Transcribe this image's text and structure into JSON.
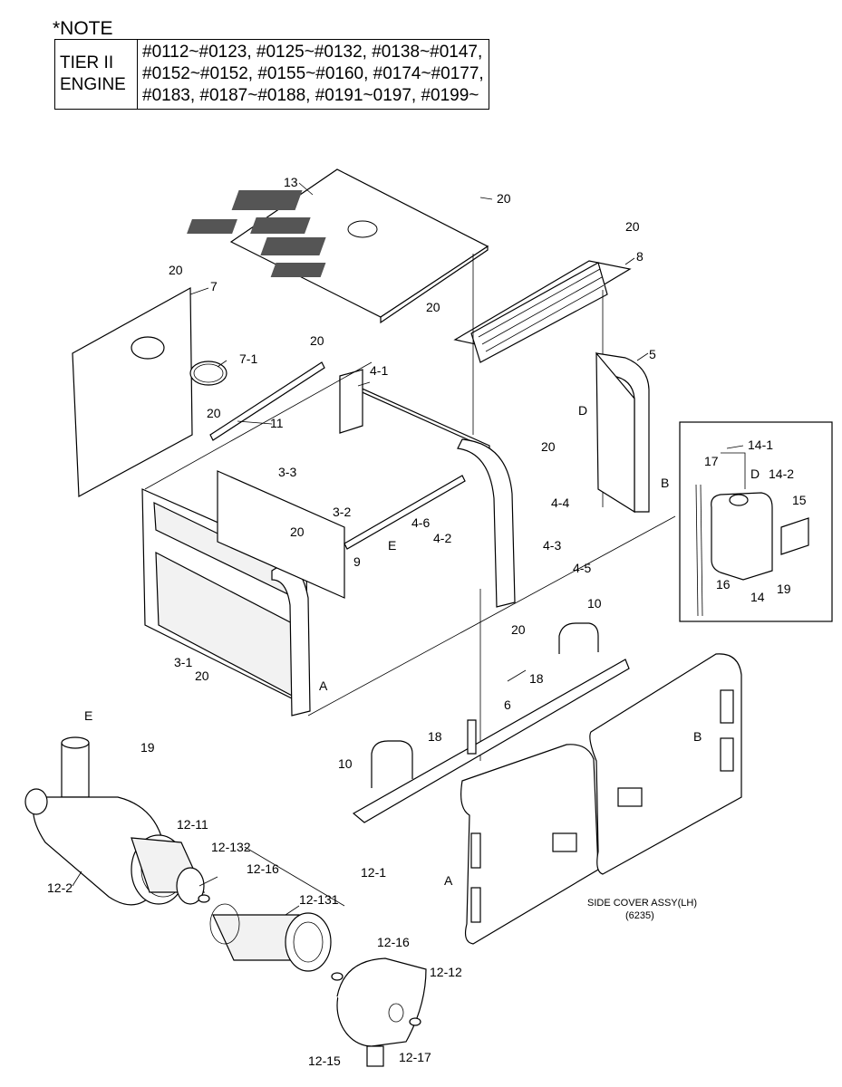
{
  "note": {
    "title": "*NOTE",
    "header": [
      "TIER II",
      "ENGINE"
    ],
    "ranges": [
      "#0112~#0123, #0125~#0132, #0138~#0147,",
      "#0152~#0152, #0155~#0160, #0174~#0177,",
      "#0183, #0187~#0188, #0191~0197, #0199~"
    ]
  },
  "callouts": {
    "c13": "13",
    "c20a": "20",
    "c20b": "20",
    "c8": "8",
    "c20c": "20",
    "c7": "7",
    "c20d": "20",
    "c20e": "20",
    "c7_1": "7-1",
    "c4_1": "4-1",
    "c5": "5",
    "c20f": "20",
    "c11": "11",
    "cD": "D",
    "c20g": "20",
    "c3_3": "3-3",
    "cB1": "B",
    "c4_4": "4-4",
    "c3_2": "3-2",
    "c20h": "20",
    "c4_6": "4-6",
    "c4_2": "4-2",
    "cE1": "E",
    "c9": "9",
    "c4_3": "4-3",
    "c4_5": "4-5",
    "c20i": "20",
    "c3_1": "3-1",
    "c20j": "20",
    "cA1": "A",
    "c10a": "10",
    "c18a": "18",
    "c6": "6",
    "c10b": "10",
    "c18b": "18",
    "cE2": "E",
    "c19a": "19",
    "c12_11": "12-11",
    "c12_132": "12-132",
    "c12_16a": "12-16",
    "c12_1": "12-1",
    "c12_2": "12-2",
    "c12_131": "12-131",
    "c12_16b": "12-16",
    "c12_12": "12-12",
    "c12_15": "12-15",
    "c12_17": "12-17",
    "cB2": "B",
    "cA2": "A",
    "c14_1": "14-1",
    "c17": "17",
    "cD2": "D",
    "c14_2": "14-2",
    "c15": "15",
    "c16": "16",
    "c14": "14",
    "c19b": "19"
  },
  "side_cover": {
    "title": "SIDE COVER ASSY(LH)",
    "code": "(6235)"
  }
}
